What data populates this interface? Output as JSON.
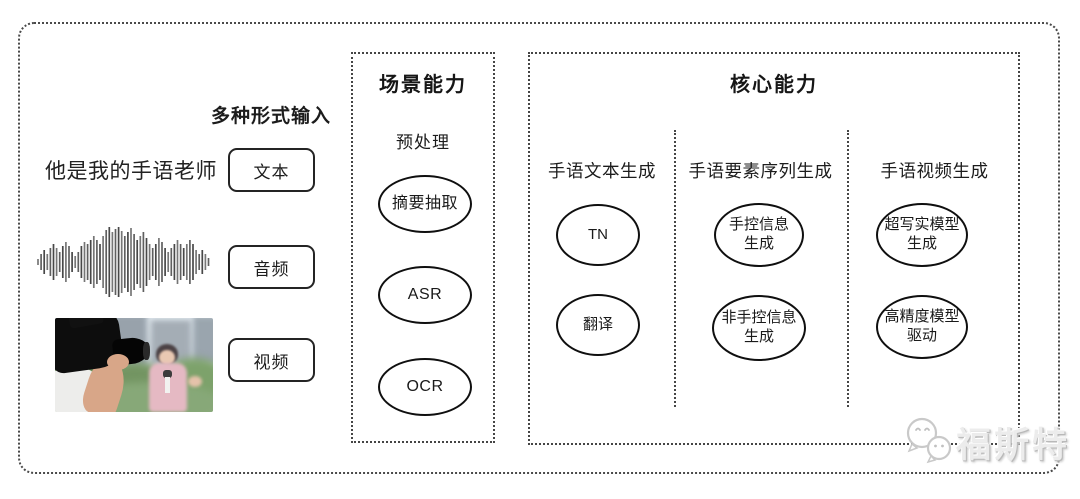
{
  "input_section": {
    "header": "多种形式输入",
    "sentence": "他是我的手语老师",
    "items": [
      {
        "label": "文本"
      },
      {
        "label": "音频"
      },
      {
        "label": "视频"
      }
    ],
    "media": {
      "waveform_icon": "audio-waveform-icon",
      "video_thumbnail": "reporter-interview-photo"
    }
  },
  "scene_box": {
    "title": "场景能力",
    "subtitle": "预处理",
    "nodes": [
      {
        "line1": "摘要抽取",
        "line2": ""
      },
      {
        "line1": "ASR",
        "line2": ""
      },
      {
        "line1": "OCR",
        "line2": ""
      }
    ]
  },
  "core_box": {
    "title": "核心能力",
    "columns": [
      {
        "header": "手语文本生成",
        "nodes": [
          {
            "line1": "TN",
            "line2": ""
          },
          {
            "line1": "翻译",
            "line2": ""
          }
        ]
      },
      {
        "header": "手语要素序列生成",
        "nodes": [
          {
            "line1": "手控信息",
            "line2": "生成"
          },
          {
            "line1": "非手控信息",
            "line2": "生成"
          }
        ]
      },
      {
        "header": "手语视频生成",
        "nodes": [
          {
            "line1": "超写实模型",
            "line2": "生成"
          },
          {
            "line1": "高精度模型",
            "line2": "驱动"
          }
        ]
      }
    ]
  },
  "watermark": {
    "text": "福斯特",
    "icon": "chat-bubbles-icon"
  },
  "colors": {
    "line": "#1a1a1a",
    "dotted_border": "#4a4a4a",
    "watermark_gray": "#d9d9d9"
  }
}
